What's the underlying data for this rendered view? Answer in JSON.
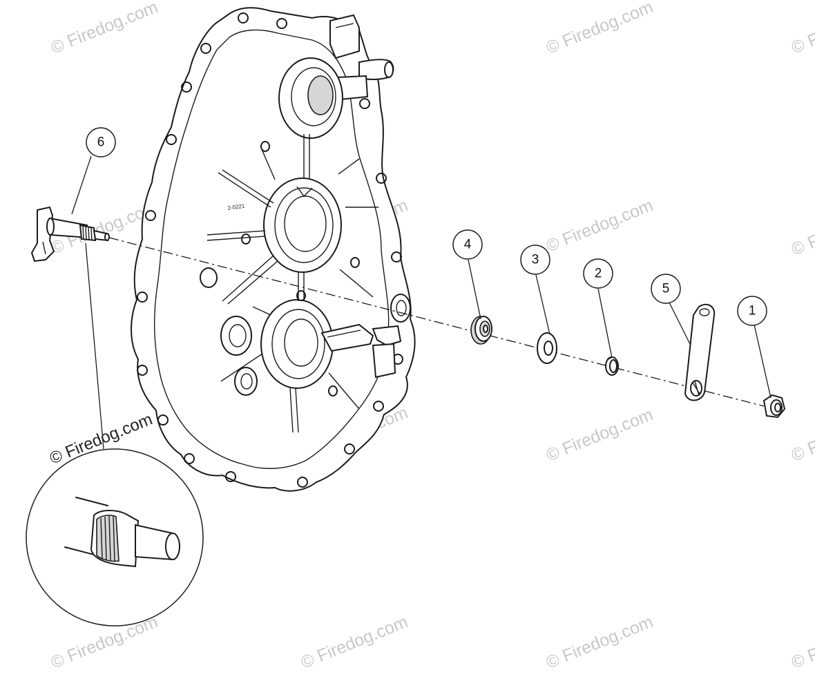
{
  "diagram": {
    "callouts": [
      {
        "id": "callout-1",
        "label": "1"
      },
      {
        "id": "callout-2",
        "label": "2"
      },
      {
        "id": "callout-3",
        "label": "3"
      },
      {
        "id": "callout-4",
        "label": "4"
      },
      {
        "id": "callout-5",
        "label": "5"
      },
      {
        "id": "callout-6",
        "label": "6"
      }
    ],
    "casting_mark": "2-0221",
    "watermark": "© Firedog.com",
    "copyright": "© Firedog.com"
  }
}
